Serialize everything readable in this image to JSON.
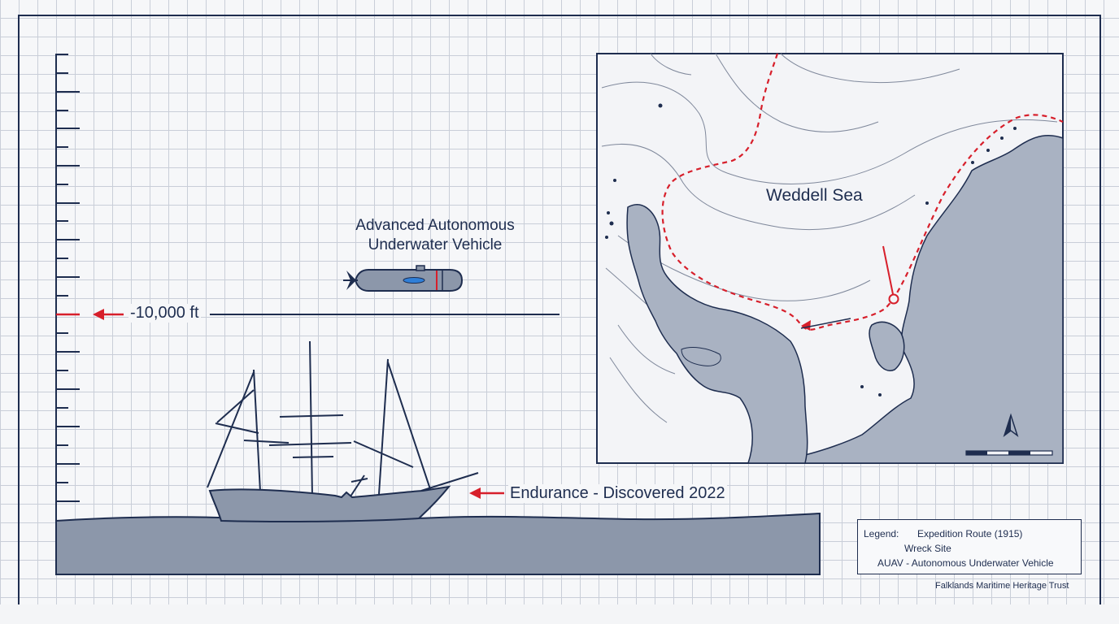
{
  "auv": {
    "title_line1": "Advanced Autonomous",
    "title_line2": "Underwater Vehicle"
  },
  "depth_marker": {
    "label": "-10,000 ft"
  },
  "wreck": {
    "label": "Endurance - Discovered 2022"
  },
  "map": {
    "sea_label": "Weddell Sea",
    "compass_icon": "north-arrow-icon"
  },
  "legend": {
    "prefix": "Legend:",
    "route_label": "Expedition Route (1915)",
    "wreck_site_label": "Wreck Site",
    "auav_label": "AUAV - Autonomous Underwater Vehicle"
  },
  "credit": "Falklands Maritime Heritage Trust",
  "colors": {
    "ink": "#1e2d4f",
    "accent_red": "#d71f2b",
    "seabed_fill": "#8c97aa",
    "land_fill": "#a9b2c2",
    "grid": "#c9ced8"
  }
}
